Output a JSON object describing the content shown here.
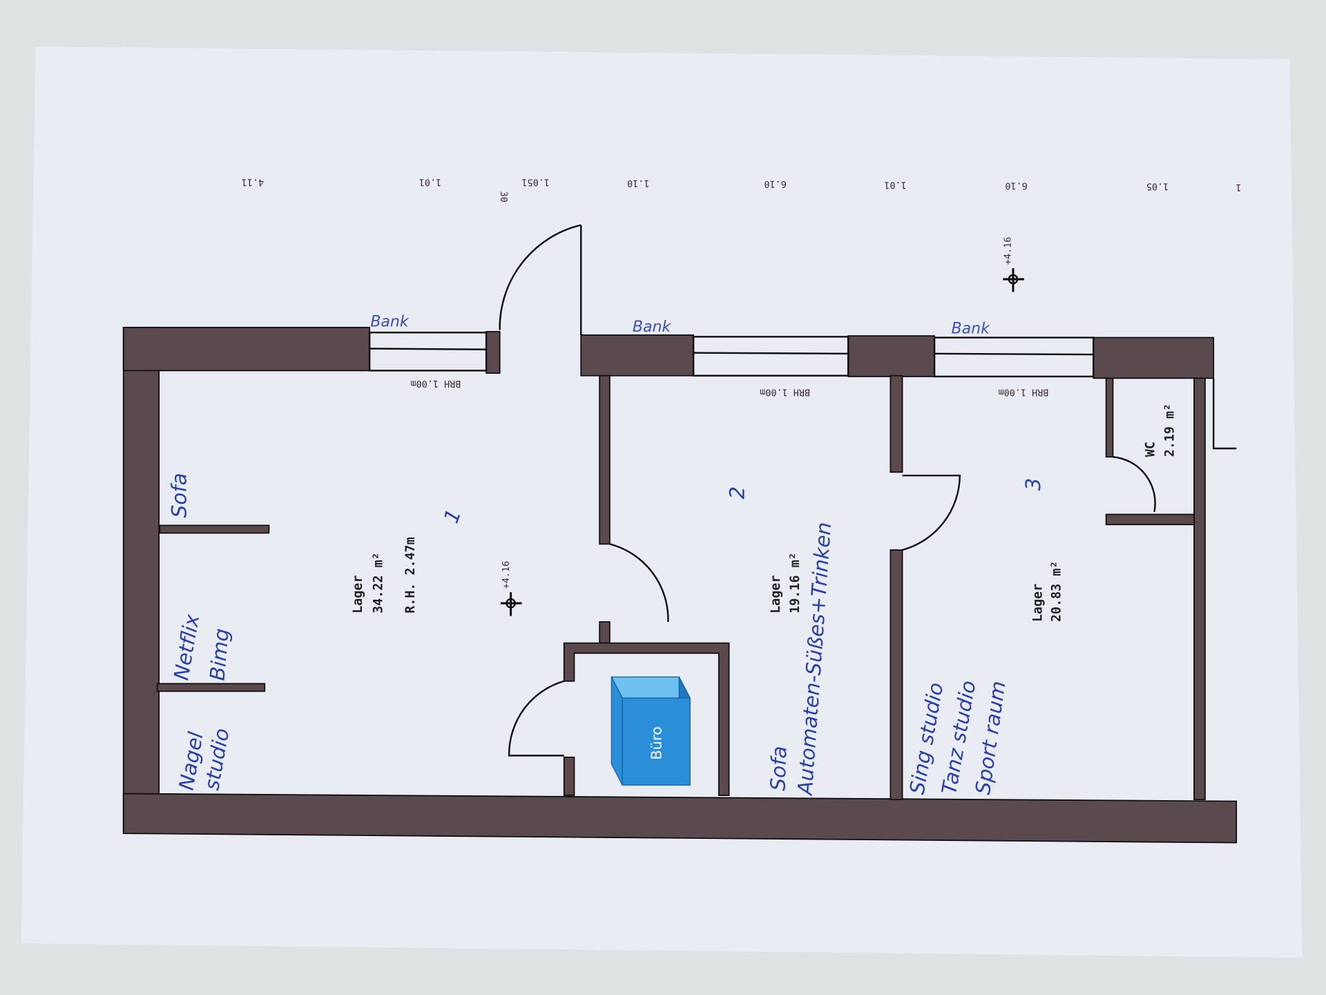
{
  "colors": {
    "wall": "#5b4a4d",
    "paper": "#e9ecf3",
    "ink": "#2b3fa8",
    "office_box": "#2a8fd8"
  },
  "dimensions": [
    "4.11",
    "1.01",
    "1.051",
    "1.10",
    "6.10",
    "1.01",
    "6.10",
    "1.05",
    "1"
  ],
  "marker_30": "30",
  "elevation": "+4.16",
  "windows": {
    "sill_label": "BRH 1.00m",
    "bank_label": "Bank"
  },
  "rooms": [
    {
      "id": "1",
      "name": "Lager",
      "area": "34.22 m²",
      "height": "R.H. 2.47m",
      "number": "1"
    },
    {
      "id": "2",
      "name": "Lager",
      "area": "19.16 m²",
      "number": "2"
    },
    {
      "id": "3",
      "name": "Lager",
      "area": "20.83 m²",
      "number": "3"
    },
    {
      "id": "wc",
      "name": "WC",
      "area": "2.19 m²"
    }
  ],
  "notes": {
    "sofa": "Sofa",
    "netflix": "Netflix",
    "bimg": "Bimg",
    "nagel": "Nagel",
    "studio": "studio",
    "office": "Büro",
    "sofa2": "Sofa",
    "automaten": "Automaten-Süßes+Trinken",
    "sing": "Sing studio",
    "tanz": "Tanz studio",
    "sport": "Sport raum"
  }
}
